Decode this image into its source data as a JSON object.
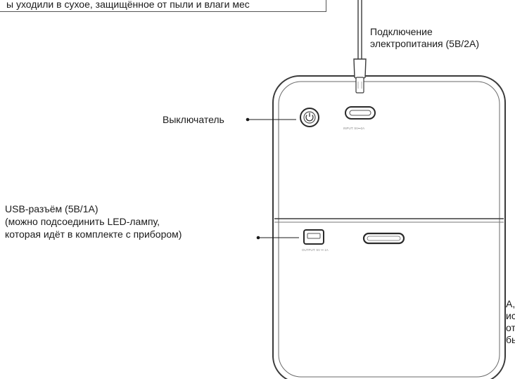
{
  "top_note": "ы уходили в сухое, защищённое от пыли и влаги мес",
  "labels": {
    "power_connection": [
      "Подключение",
      "электропитания (5В/2А)"
    ],
    "switch": "Выключатель",
    "usb_port": [
      "USB-разъём (5В/1А)",
      "(можно подсоединить LED-лампу,",
      "которая идёт в комплекте с прибором)"
    ],
    "side_text": [
      "А,",
      "ис",
      "от",
      "бь"
    ]
  },
  "port_text": {
    "input": "INPUT: 5V⎓2A",
    "output": "OUTPUT: 5V ⎓ 1A"
  }
}
